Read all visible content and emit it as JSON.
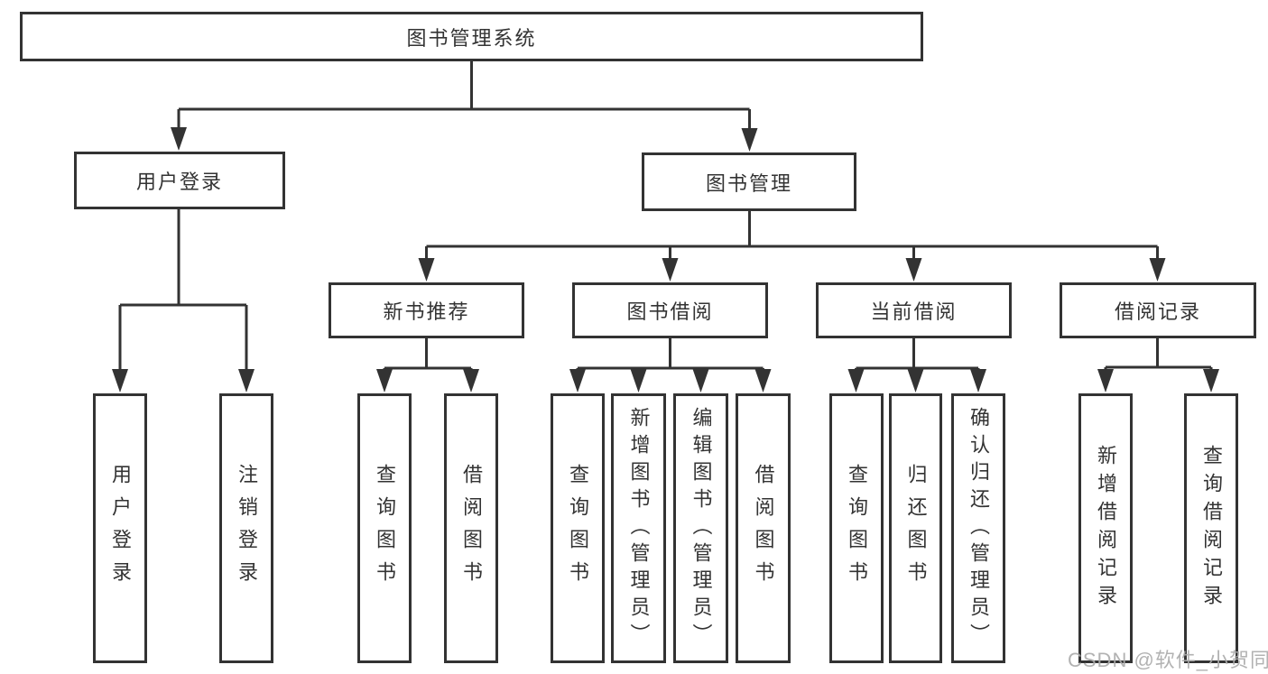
{
  "diagram": {
    "title": "图书管理系统",
    "root": {
      "label": "图书管理系统"
    },
    "level2": {
      "user_login": {
        "label": "用户登录"
      },
      "book_manage": {
        "label": "图书管理"
      }
    },
    "level3": {
      "new_books": {
        "label": "新书推荐"
      },
      "book_borrow": {
        "label": "图书借阅"
      },
      "current_borrow": {
        "label": "当前借阅"
      },
      "borrow_records": {
        "label": "借阅记录"
      }
    },
    "leaves": {
      "user_login": [
        "用户登录",
        "注销登录"
      ],
      "new_books": [
        "查询图书",
        "借阅图书"
      ],
      "book_borrow": [
        "查询图书",
        "新增图书（管理员）",
        "编辑图书（管理员）",
        "借阅图书"
      ],
      "current_borrow": [
        "查询图书",
        "归还图书",
        "确认归还（管理员）"
      ],
      "borrow_records": [
        "新增借阅记录",
        "查询借阅记录"
      ]
    }
  },
  "watermark": {
    "text": "CSDN @软件_小贺同学"
  },
  "colors": {
    "line": "#333333",
    "box_border": "#333333",
    "text": "#333333",
    "watermark": "#ababab",
    "background": "#ffffff"
  }
}
